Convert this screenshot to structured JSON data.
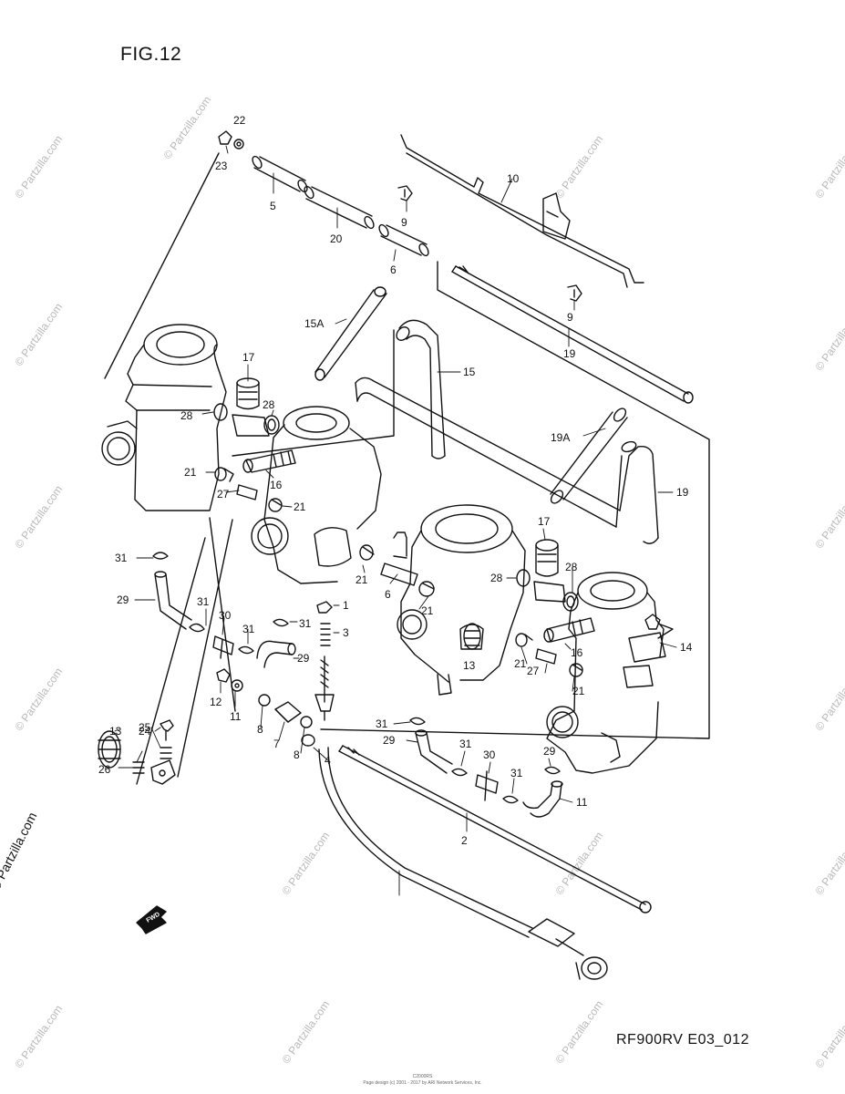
{
  "figure": {
    "title": "FIG.12",
    "model_code": "RF900RV E03_012",
    "side_brand": "© Partzilla.com",
    "watermark": "© Partzilla.com",
    "footer_line1": "C2000RS",
    "footer_line2": "Page design (c) 2001 - 2017 by ARI Network Services, Inc.",
    "fwd_label": "FWD"
  },
  "callouts": [
    "22",
    "23",
    "5",
    "20",
    "9",
    "10",
    "6",
    "9",
    "19",
    "15A",
    "15",
    "17",
    "28",
    "28",
    "21",
    "16",
    "27",
    "21",
    "19A",
    "19",
    "31",
    "29",
    "31",
    "30",
    "31",
    "1",
    "31",
    "3",
    "29",
    "6",
    "21",
    "21",
    "17",
    "28",
    "28",
    "13",
    "21",
    "16",
    "27",
    "21",
    "14",
    "12",
    "11",
    "8",
    "7",
    "8",
    "24",
    "13",
    "25",
    "26",
    "31",
    "29",
    "31",
    "30",
    "31",
    "29",
    "11",
    "4",
    "2"
  ],
  "colors": {
    "line": "#111111",
    "watermark": "#b9b9b9",
    "background": "#ffffff"
  }
}
